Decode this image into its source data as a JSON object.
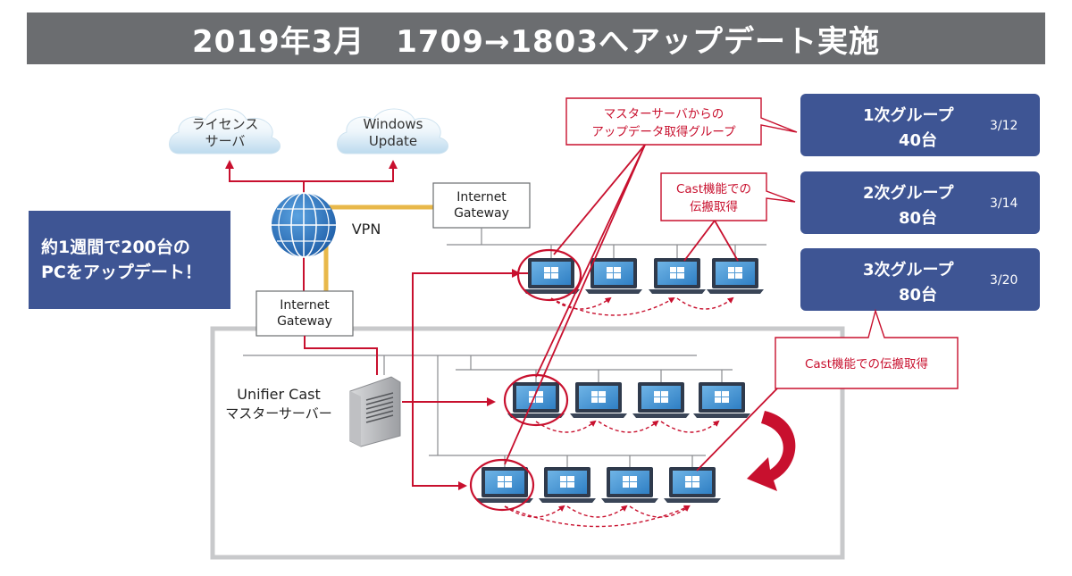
{
  "title": "2019年3月　1709→1803へアップデート実施",
  "clouds": [
    {
      "id": "license",
      "lines": [
        "ライセンス",
        "サーバ"
      ]
    },
    {
      "id": "windows-update",
      "lines": [
        "Windows",
        "Update"
      ]
    }
  ],
  "gateways": [
    {
      "id": "gw-top",
      "lines": [
        "Internet",
        "Gateway"
      ]
    },
    {
      "id": "gw-bottom",
      "lines": [
        "Internet",
        "Gateway"
      ]
    }
  ],
  "vpn_label": "VPN",
  "server_label": [
    "Unifier Cast",
    "マスターサーバー"
  ],
  "left_note": [
    "約1週間で200台の",
    "PCをアップデート！"
  ],
  "callouts": {
    "master": [
      "マスターサーバからの",
      "アップデータ取得グループ"
    ],
    "cast_small": [
      "Cast機能での",
      "伝搬取得"
    ],
    "cast_wide": "Cast機能での伝搬取得"
  },
  "groups": [
    {
      "name": "1次グループ",
      "count": "40台",
      "date": "3/12"
    },
    {
      "name": "2次グループ",
      "count": "80台",
      "date": "3/14"
    },
    {
      "name": "3次グループ",
      "count": "80台",
      "date": "3/20"
    }
  ],
  "colors": {
    "title_bg": "#6b6d70",
    "group_bg": "#3e5594",
    "accent_red": "#c8102e",
    "vpn_yellow": "#e8b84a",
    "globe_blue": "#2a6bb8"
  }
}
